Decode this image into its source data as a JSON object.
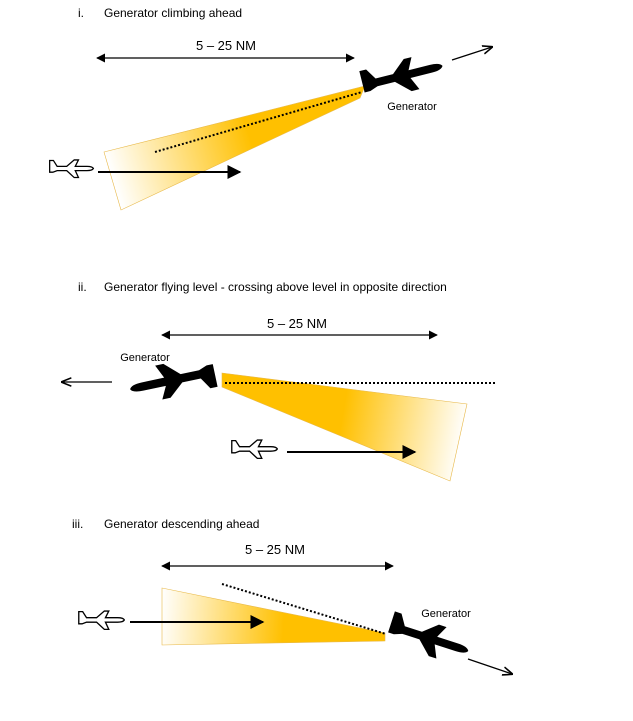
{
  "scenarios": [
    {
      "number": "i.",
      "title": "Generator climbing ahead",
      "range": "5 – 25 NM",
      "aircraft_label": "Generator"
    },
    {
      "number": "ii.",
      "title": "Generator flying level - crossing above level in opposite direction",
      "range": "5 – 25 NM",
      "aircraft_label": "Generator"
    },
    {
      "number": "iii.",
      "title": "Generator descending ahead",
      "range": "5 – 25 NM",
      "aircraft_label": "Generator"
    }
  ],
  "colors": {
    "wake": "#ffc000",
    "generator": "#000000",
    "follower": "#ffffff"
  },
  "icons": {
    "generator": "airplane-silhouette-icon",
    "follower": "airplane-outline-icon"
  }
}
